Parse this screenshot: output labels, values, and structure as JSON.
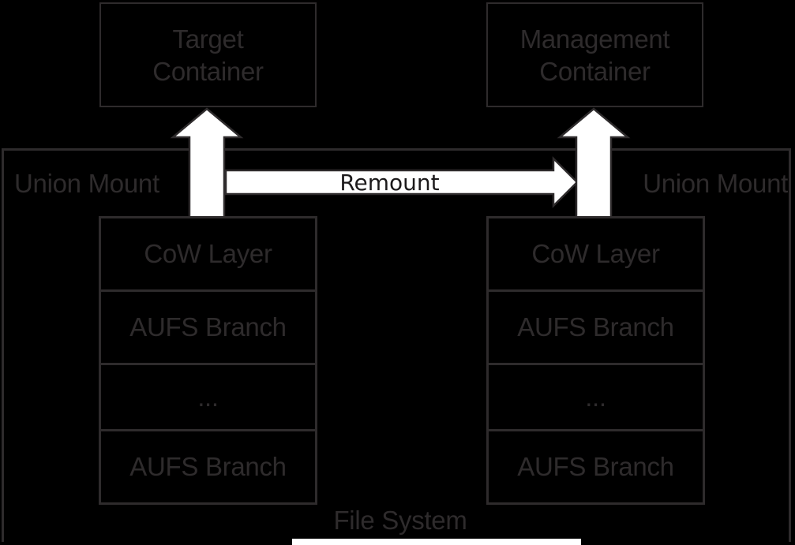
{
  "colors": {
    "background": "#000000",
    "line": "#2e2b2c",
    "text": "#2e2b2c",
    "arrow_fill": "#ffffff",
    "remount_text": "#1c1a1b"
  },
  "top_boxes": {
    "target": {
      "line1": "Target",
      "line2": "Container"
    },
    "management": {
      "line1": "Management",
      "line2": "Container"
    }
  },
  "labels": {
    "union_mount_left": "Union Mount",
    "union_mount_right": "Union Mount",
    "remount": "Remount",
    "file_system": "File System"
  },
  "stacks": {
    "left": {
      "rows": [
        "CoW Layer",
        "AUFS Branch",
        "...",
        "AUFS Branch"
      ]
    },
    "right": {
      "rows": [
        "CoW Layer",
        "AUFS Branch",
        "...",
        "AUFS Branch"
      ]
    }
  }
}
